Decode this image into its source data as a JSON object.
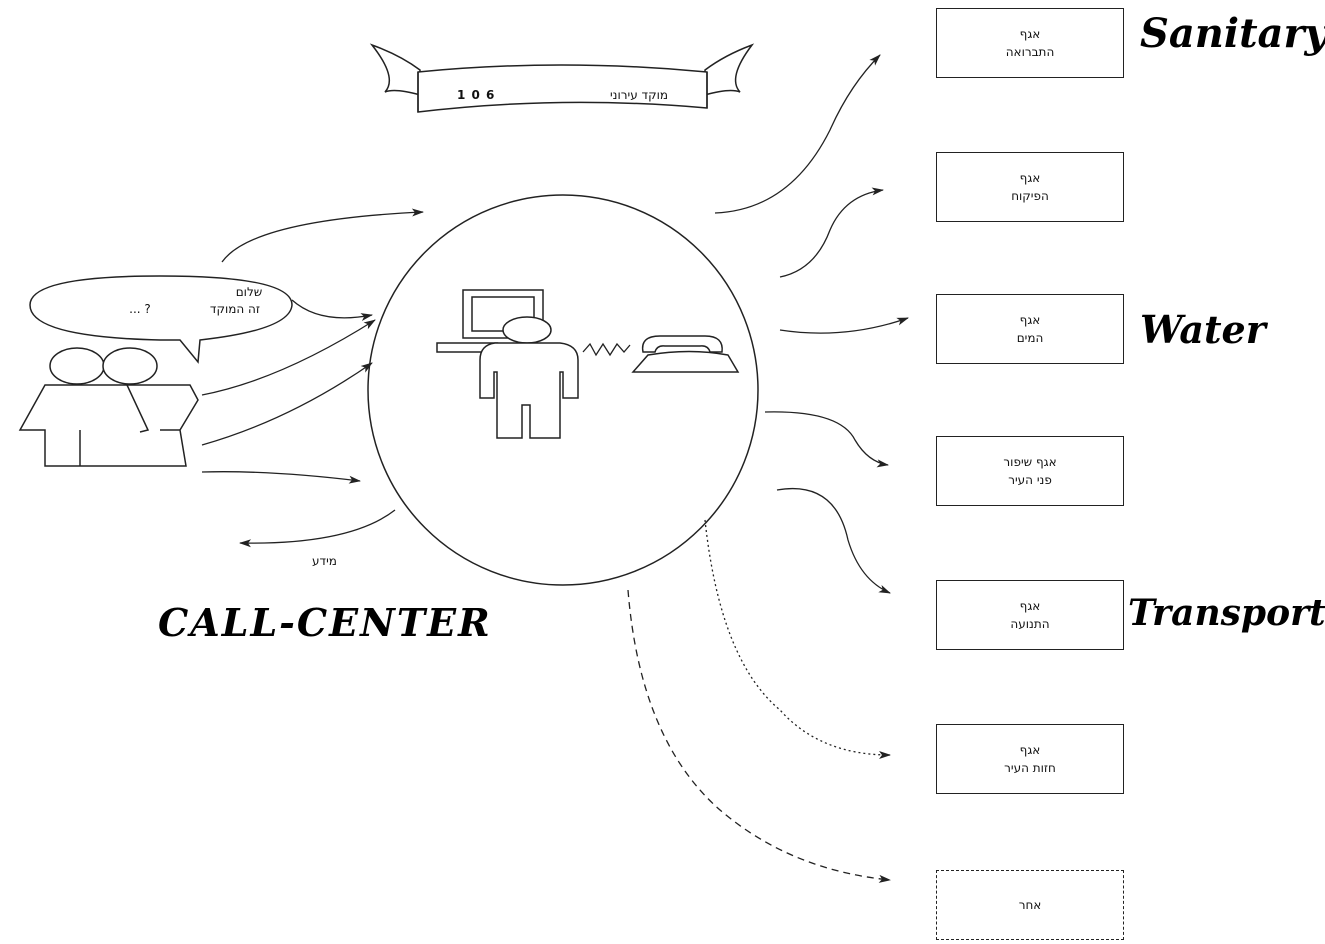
{
  "banner": {
    "title": "מוקד עירוני",
    "number": "1 0 6"
  },
  "speech": {
    "line1": "שלום",
    "line2": "זה המוקד",
    "line3": "? ..."
  },
  "info_label": "מידע",
  "call_center_label": "CALL-CENTER",
  "departments": [
    {
      "line1": "אגף",
      "line2": "התברואה",
      "note": "Sanitary",
      "dashed": false
    },
    {
      "line1": "אגף",
      "line2": "הפיקוח",
      "note": "",
      "dashed": false
    },
    {
      "line1": "אגף",
      "line2": "המים",
      "note": "Water",
      "dashed": false
    },
    {
      "line1": "אגף שיפור",
      "line2": "פני העיר",
      "note": "",
      "dashed": false
    },
    {
      "line1": "אגף",
      "line2": "התנועה",
      "note": "Transport",
      "dashed": false
    },
    {
      "line1": "אגף",
      "line2": "חזות העיר",
      "note": "",
      "dashed": false
    },
    {
      "line1": "אחר",
      "line2": "",
      "note": "",
      "dashed": true
    }
  ]
}
